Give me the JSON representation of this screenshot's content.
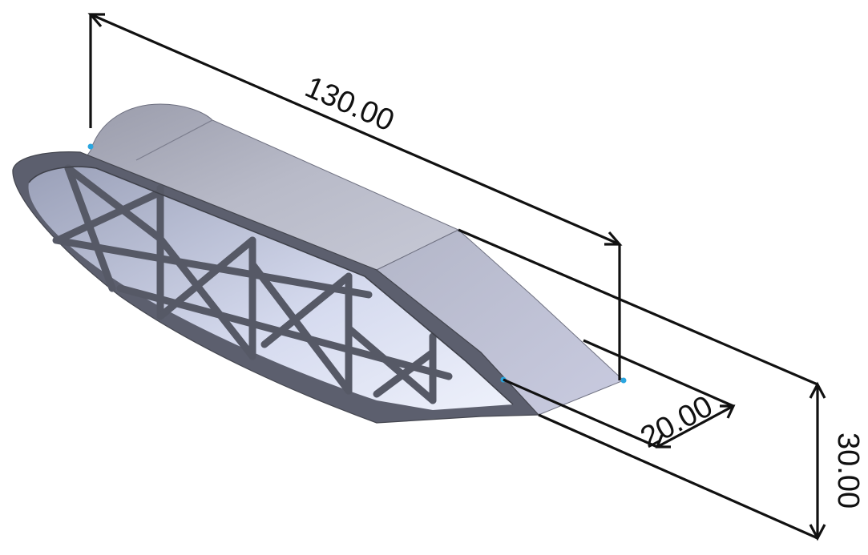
{
  "dimensions": [
    {
      "name": "length",
      "value": "130.00"
    },
    {
      "name": "width",
      "value": "20.00"
    },
    {
      "name": "height",
      "value": "30.00"
    }
  ],
  "colors": {
    "dimension_line": "#111111",
    "part_top": "#b4b6c6",
    "part_face": "#6f7283",
    "part_dark": "#4e5160",
    "cavity_light": "#cfd5ea",
    "point_marker": "#2aa6e0"
  }
}
